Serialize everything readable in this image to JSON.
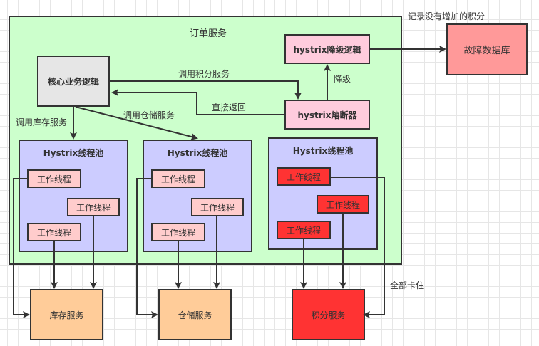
{
  "outer_box": {
    "title": "订单服务"
  },
  "core": {
    "label": "核心业务逻辑"
  },
  "fallback": {
    "label": "hystrix降级逻辑"
  },
  "breaker": {
    "label": "hystrix熔断器"
  },
  "fault_db": {
    "label": "故障数据库"
  },
  "edge_labels": {
    "record": "记录没有增加的积分",
    "call_points": "调用积分服务",
    "return_direct": "直接返回",
    "degrade": "降级",
    "call_inventory": "调用库存服务",
    "call_warehouse": "调用仓储服务",
    "all_stuck": "全部卡住"
  },
  "pools": [
    {
      "title": "Hystrix线程池",
      "workers": [
        "工作线程",
        "工作线程",
        "工作线程"
      ]
    },
    {
      "title": "Hystrix线程池",
      "workers": [
        "工作线程",
        "工作线程",
        "工作线程"
      ]
    },
    {
      "title": "Hystrix线程池",
      "workers": [
        "工作线程",
        "工作线程",
        "工作线程"
      ]
    }
  ],
  "services": [
    {
      "label": "库存服务"
    },
    {
      "label": "仓储服务"
    },
    {
      "label": "积分服务"
    }
  ],
  "colors": {
    "outer": "#ccffcc",
    "pool": "#ccccff",
    "worker": "#ffcccc",
    "worker_failed": "#ff3333",
    "service": "#ffcc99",
    "service_failed": "#ff3333",
    "hystrix": "#ffccdd",
    "fault_db": "#ff9999",
    "core": "#e6e6e6"
  }
}
